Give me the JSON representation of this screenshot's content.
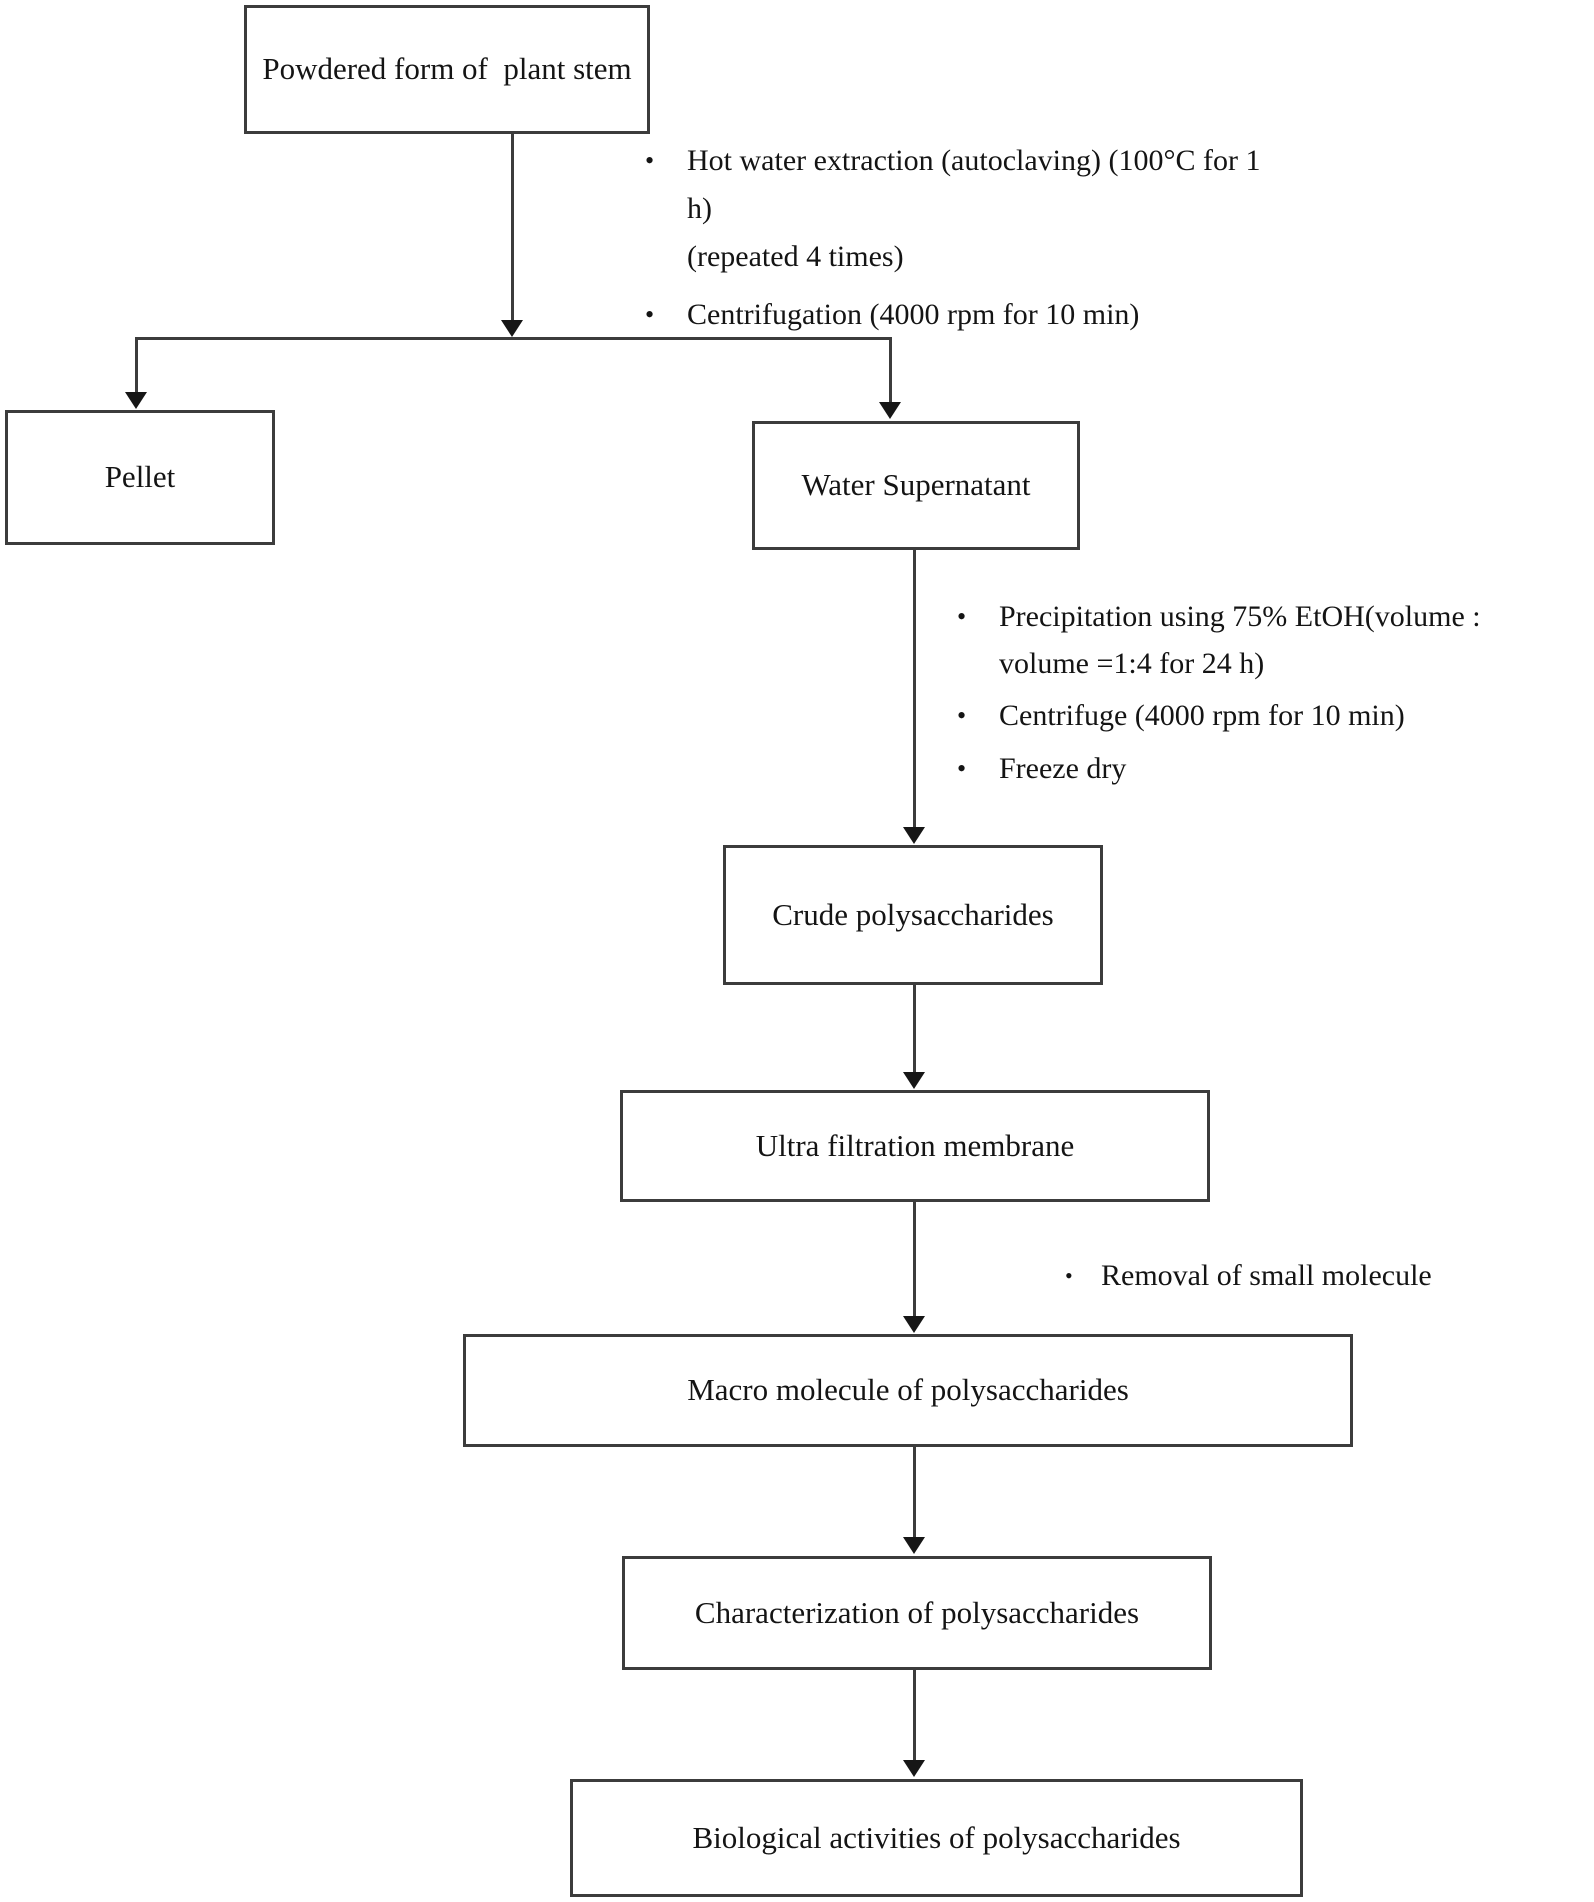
{
  "title": "Polysaccharide extraction and characterization flowchart",
  "bullet_glyph": "•",
  "colors": {
    "line": "#3c3c3c",
    "arrow": "#161616",
    "text": "#141414",
    "box_background": "#ffffff"
  },
  "nodes": {
    "powdered_stem": "Powdered form of  plant stem",
    "pellet": "Pellet",
    "water_supernatant": "Water Supernatant",
    "crude_polysaccharides": "Crude polysaccharides",
    "ultra_filtration": "Ultra filtration membrane",
    "macro_molecule": "Macro molecule of polysaccharides",
    "characterization": "Characterization of polysaccharides",
    "biological_activities": "Biological activities of polysaccharides"
  },
  "annotations": {
    "extraction": {
      "bullet1_line1": "Hot water extraction (autoclaving) (100°C for 1 h)",
      "bullet1_line2": "(repeated 4 times)",
      "bullet2_line1": "Centrifugation (4000 rpm for 10 min)"
    },
    "precipitation": {
      "bullet1_line1": "Precipitation using 75% EtOH(volume :",
      "bullet1_line2": "volume =1:4 for 24 h)",
      "bullet2_line1": "Centrifuge (4000 rpm for 10 min)",
      "bullet3_line1": "Freeze dry"
    },
    "filtration": {
      "bullet1_line1": "Removal of small molecule"
    }
  }
}
